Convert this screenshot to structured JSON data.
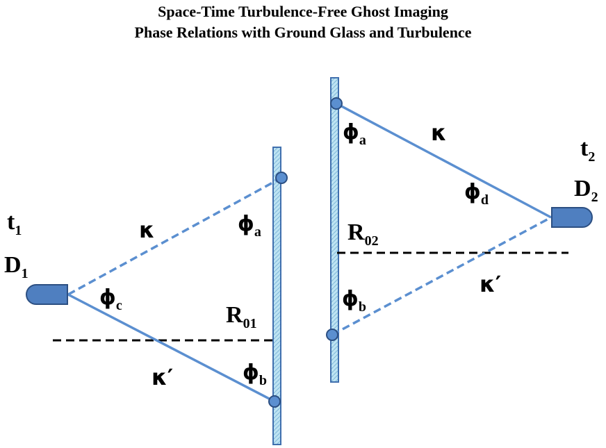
{
  "title": {
    "line1": "Space-Time Turbulence-Free Ghost Imaging",
    "line2": "Phase Relations with Ground Glass and Turbulence"
  },
  "labels": {
    "t1": {
      "main": "t",
      "sub": "1"
    },
    "d1": {
      "main": "D",
      "sub": "1"
    },
    "t2": {
      "main": "t",
      "sub": "2"
    },
    "d2": {
      "main": "D",
      "sub": "2"
    },
    "r01": {
      "main": "R",
      "sub": "01"
    },
    "r02": {
      "main": "R",
      "sub": "02"
    },
    "left_kappa": "κ",
    "left_kappa_prime": "κ′",
    "left_phi_a": {
      "main": "ϕ",
      "sub": "a"
    },
    "left_phi_b": {
      "main": "ϕ",
      "sub": "b"
    },
    "left_phi_c": {
      "main": "ϕ",
      "sub": "c"
    },
    "right_kappa": "κ",
    "right_kappa_prime": "κ′",
    "right_phi_a": {
      "main": "ϕ",
      "sub": "a"
    },
    "right_phi_b": {
      "main": "ϕ",
      "sub": "b"
    },
    "right_phi_d": {
      "main": "ϕ",
      "sub": "d"
    }
  },
  "colors": {
    "ray": "#5b8fd0",
    "glass_fill": "#bde3f2",
    "glass_stroke": "#3f6fae",
    "detector_fill": "#4f7fc0",
    "detector_stroke": "#2c4f82",
    "dot_fill": "#5b8fd0",
    "dot_stroke": "#2c4f82",
    "baseline": "#000000"
  }
}
